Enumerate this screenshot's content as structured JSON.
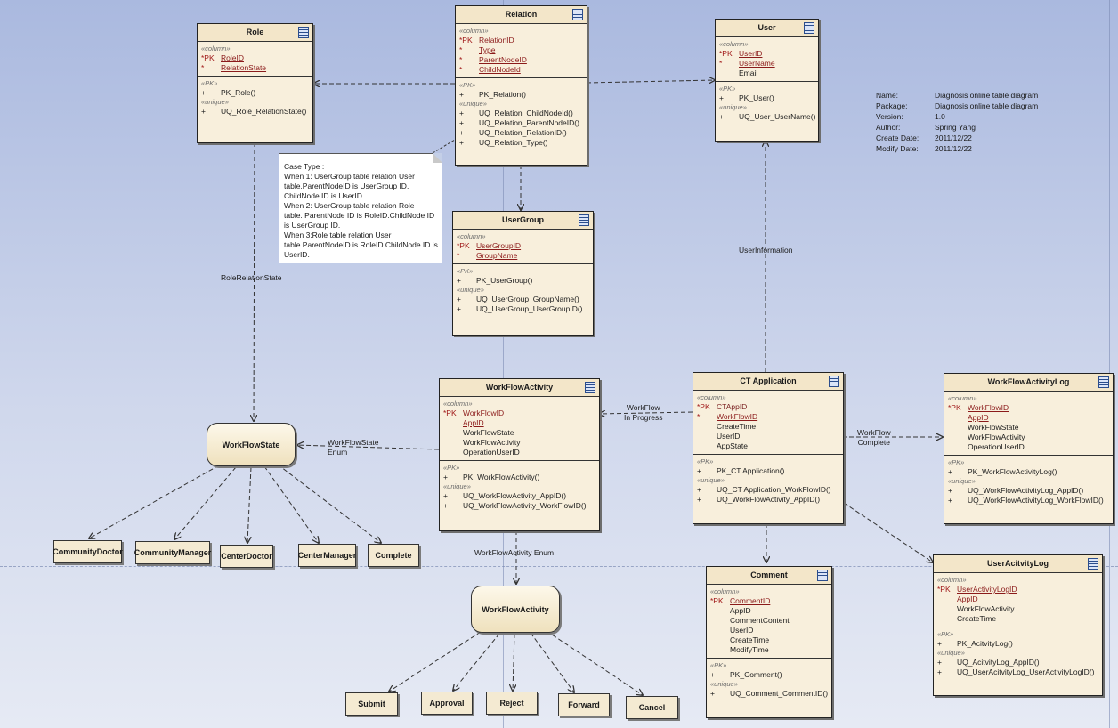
{
  "tables": {
    "role": {
      "title": "Role",
      "col_label": "«column»",
      "cols": [
        {
          "m": "*PK",
          "n": "RoleID",
          "k": true
        },
        {
          "m": "*",
          "n": "RelationState",
          "k": true
        }
      ],
      "pk_label": "«PK»",
      "pk": [
        {
          "m": "+",
          "n": "PK_Role()"
        }
      ],
      "uq_label": "«unique»",
      "uq": [
        {
          "m": "+",
          "n": "UQ_Role_RelationState()"
        }
      ]
    },
    "relation": {
      "title": "Relation",
      "col_label": "«column»",
      "cols": [
        {
          "m": "*PK",
          "n": "RelationID",
          "k": true
        },
        {
          "m": "*",
          "n": "Type",
          "k": true
        },
        {
          "m": "*",
          "n": "ParentNodeID",
          "k": true
        },
        {
          "m": "*",
          "n": "ChildNodeId",
          "k": true
        }
      ],
      "pk_label": "«PK»",
      "pk": [
        {
          "m": "+",
          "n": "PK_Relation()"
        }
      ],
      "uq_label": "«unique»",
      "uq": [
        {
          "m": "+",
          "n": "UQ_Relation_ChildNodeId()"
        },
        {
          "m": "+",
          "n": "UQ_Relation_ParentNodeID()"
        },
        {
          "m": "+",
          "n": "UQ_Relation_RelationID()"
        },
        {
          "m": "+",
          "n": "UQ_Relation_Type()"
        }
      ]
    },
    "user": {
      "title": "User",
      "col_label": "«column»",
      "cols": [
        {
          "m": "*PK",
          "n": "UserID",
          "k": true
        },
        {
          "m": "*",
          "n": "UserName",
          "k": true
        },
        {
          "m": "",
          "n": "Email",
          "k": false
        }
      ],
      "pk_label": "«PK»",
      "pk": [
        {
          "m": "+",
          "n": "PK_User()"
        }
      ],
      "uq_label": "«unique»",
      "uq": [
        {
          "m": "+",
          "n": "UQ_User_UserName()"
        }
      ]
    },
    "usergroup": {
      "title": "UserGroup",
      "col_label": "«column»",
      "cols": [
        {
          "m": "*PK",
          "n": "UserGroupID",
          "k": true
        },
        {
          "m": "*",
          "n": "GroupName",
          "k": true
        }
      ],
      "pk_label": "«PK»",
      "pk": [
        {
          "m": "+",
          "n": "PK_UserGroup()"
        }
      ],
      "uq_label": "«unique»",
      "uq": [
        {
          "m": "+",
          "n": "UQ_UserGroup_GroupName()"
        },
        {
          "m": "+",
          "n": "UQ_UserGroup_UserGroupID()"
        }
      ]
    },
    "workflowactivity": {
      "title": "WorkFlowActivity",
      "col_label": "«column»",
      "cols": [
        {
          "m": "*PK",
          "n": "WorkFlowID",
          "k": true
        },
        {
          "m": "",
          "n": "AppID",
          "k": true
        },
        {
          "m": "",
          "n": "WorkFlowState",
          "k": false
        },
        {
          "m": "",
          "n": "WorkFlowActivity",
          "k": false
        },
        {
          "m": "",
          "n": "OperationUserID",
          "k": false
        }
      ],
      "pk_label": "«PK»",
      "pk": [
        {
          "m": "+",
          "n": "PK_WorkFlowActivity()"
        }
      ],
      "uq_label": "«unique»",
      "uq": [
        {
          "m": "+",
          "n": "UQ_WorkFlowActivity_AppID()"
        },
        {
          "m": "+",
          "n": "UQ_WorkFlowActivity_WorkFlowID()"
        }
      ]
    },
    "ctapplication": {
      "title": "CT Application",
      "col_label": "«column»",
      "cols": [
        {
          "m": "*PK",
          "n": "CTAppID",
          "k": false
        },
        {
          "m": "*",
          "n": "WorkFlowID",
          "k": true
        },
        {
          "m": "",
          "n": "CreateTime",
          "k": false
        },
        {
          "m": "",
          "n": "UserID",
          "k": false
        },
        {
          "m": "",
          "n": "AppState",
          "k": false
        }
      ],
      "pk_label": "«PK»",
      "pk": [
        {
          "m": "+",
          "n": "PK_CT Application()"
        }
      ],
      "uq_label": "«unique»",
      "uq": [
        {
          "m": "+",
          "n": "UQ_CT Application_WorkFlowID()"
        },
        {
          "m": "+",
          "n": "UQ_WorkFlowActivity_AppID()"
        }
      ]
    },
    "workflowactivitylog": {
      "title": "WorkFlowActivityLog",
      "col_label": "«column»",
      "cols": [
        {
          "m": "*PK",
          "n": "WorkFlowID",
          "k": true
        },
        {
          "m": "",
          "n": "AppID",
          "k": true
        },
        {
          "m": "",
          "n": "WorkFlowState",
          "k": false
        },
        {
          "m": "",
          "n": "WorkFlowActivity",
          "k": false
        },
        {
          "m": "",
          "n": "OperationUserID",
          "k": false
        }
      ],
      "pk_label": "«PK»",
      "pk": [
        {
          "m": "+",
          "n": "PK_WorkFlowActivityLog()"
        }
      ],
      "uq_label": "«unique»",
      "uq": [
        {
          "m": "+",
          "n": "UQ_WorkFlowActivityLog_AppID()"
        },
        {
          "m": "+",
          "n": "UQ_WorkFlowActivityLog_WorkFlowID()"
        }
      ]
    },
    "comment": {
      "title": "Comment",
      "col_label": "«column»",
      "cols": [
        {
          "m": "*PK",
          "n": "CommentID",
          "k": true
        },
        {
          "m": "",
          "n": "AppID",
          "k": false
        },
        {
          "m": "",
          "n": "CommentContent",
          "k": false
        },
        {
          "m": "",
          "n": "UserID",
          "k": false
        },
        {
          "m": "",
          "n": "CreateTime",
          "k": false
        },
        {
          "m": "",
          "n": "ModifyTime",
          "k": false
        }
      ],
      "pk_label": "«PK»",
      "pk": [
        {
          "m": "+",
          "n": "PK_Comment()"
        }
      ],
      "uq_label": "«unique»",
      "uq": [
        {
          "m": "+",
          "n": "UQ_Comment_CommentID()"
        }
      ]
    },
    "useractivitylog": {
      "title": "UserAcitvityLog",
      "col_label": "«column»",
      "cols": [
        {
          "m": "*PK",
          "n": "UserActivityLogID",
          "k": true
        },
        {
          "m": "",
          "n": "AppID",
          "k": true
        },
        {
          "m": "",
          "n": "WorkFlowActivity",
          "k": false
        },
        {
          "m": "",
          "n": "CreateTime",
          "k": false
        }
      ],
      "pk_label": "«PK»",
      "pk": [
        {
          "m": "+",
          "n": "PK_AcitvityLog()"
        }
      ],
      "uq_label": "«unique»",
      "uq": [
        {
          "m": "+",
          "n": "UQ_AcitvityLog_AppID()"
        },
        {
          "m": "+",
          "n": "UQ_UserAcitvityLog_UserActivityLogID()"
        }
      ]
    }
  },
  "enums": {
    "workflowstate": {
      "title": "WorkFlowState",
      "values": [
        "CommunityDoctor",
        "CommunityManager",
        "CenterDoctor",
        "CenterManager",
        "Complete"
      ]
    },
    "workflowactivity": {
      "title": "WorkFlowActivity",
      "values": [
        "Submit",
        "Approval",
        "Reject",
        "Forward",
        "Cancel"
      ]
    }
  },
  "note": {
    "lines": [
      "Case Type :",
      "When 1: UserGroup table relation User",
      "table.ParentNodeID is UserGroup ID.",
      "ChildNode ID is UserID.",
      "When 2: UserGroup table relation Role",
      "table. ParentNode ID is RoleID.ChildNode ID",
      "is UserGroup ID.",
      "When 3:Role table relation User",
      "table.ParentNodeID is RoleID.ChildNode ID is",
      "UserID."
    ]
  },
  "labels": {
    "role_relation_state": "RoleRelationState",
    "user_information": "UserInformation",
    "workflow_in_progress": "WorkFlow\nIn Progress",
    "workflow_complete": "WorkFlow\nComplete",
    "workflowstate_enum": "WorkFlowState\nEnum",
    "workflowactivity_enum": "WorkFlowActivity Enum"
  },
  "meta": [
    {
      "k": "Name:",
      "v": "Diagnosis online table  diagram"
    },
    {
      "k": "Package:",
      "v": "Diagnosis online table  diagram"
    },
    {
      "k": "Version:",
      "v": "1.0"
    },
    {
      "k": "Author:",
      "v": "Spring Yang"
    },
    {
      "k": "Create Date:",
      "v": "2011/12/22"
    },
    {
      "k": "Modify Date:",
      "v": "2011/12/22"
    }
  ],
  "colors": {
    "key_text": "#8b1a1a",
    "table_fill": "#f8efdc",
    "connector": "#333333",
    "background_top": "#aab9df"
  }
}
